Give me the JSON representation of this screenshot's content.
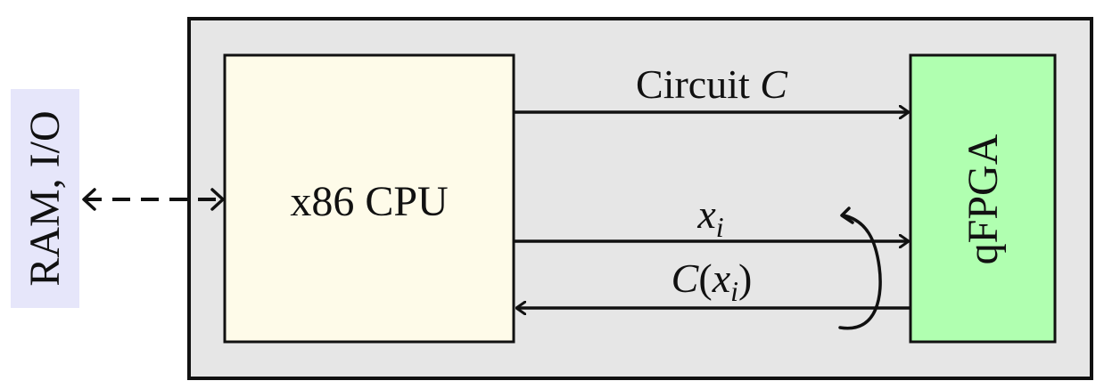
{
  "labels": {
    "ram_io": "RAM, I/O",
    "cpu": "x86 CPU",
    "qfpga": "qFPGA",
    "circuit_prefix": "Circuit ",
    "circuit_var": "C",
    "xi_var": "x",
    "xi_sub": "i",
    "cxi_func": "C",
    "cxi_open": "(",
    "cxi_var": "x",
    "cxi_sub": "i",
    "cxi_close": ")"
  },
  "colors": {
    "outer_box_fill": "#e6e6e6",
    "cpu_fill": "#fefbe9",
    "qfpga_fill": "#b0ffb0",
    "ram_io_fill": "#e6e6fa",
    "stroke": "#111111"
  }
}
